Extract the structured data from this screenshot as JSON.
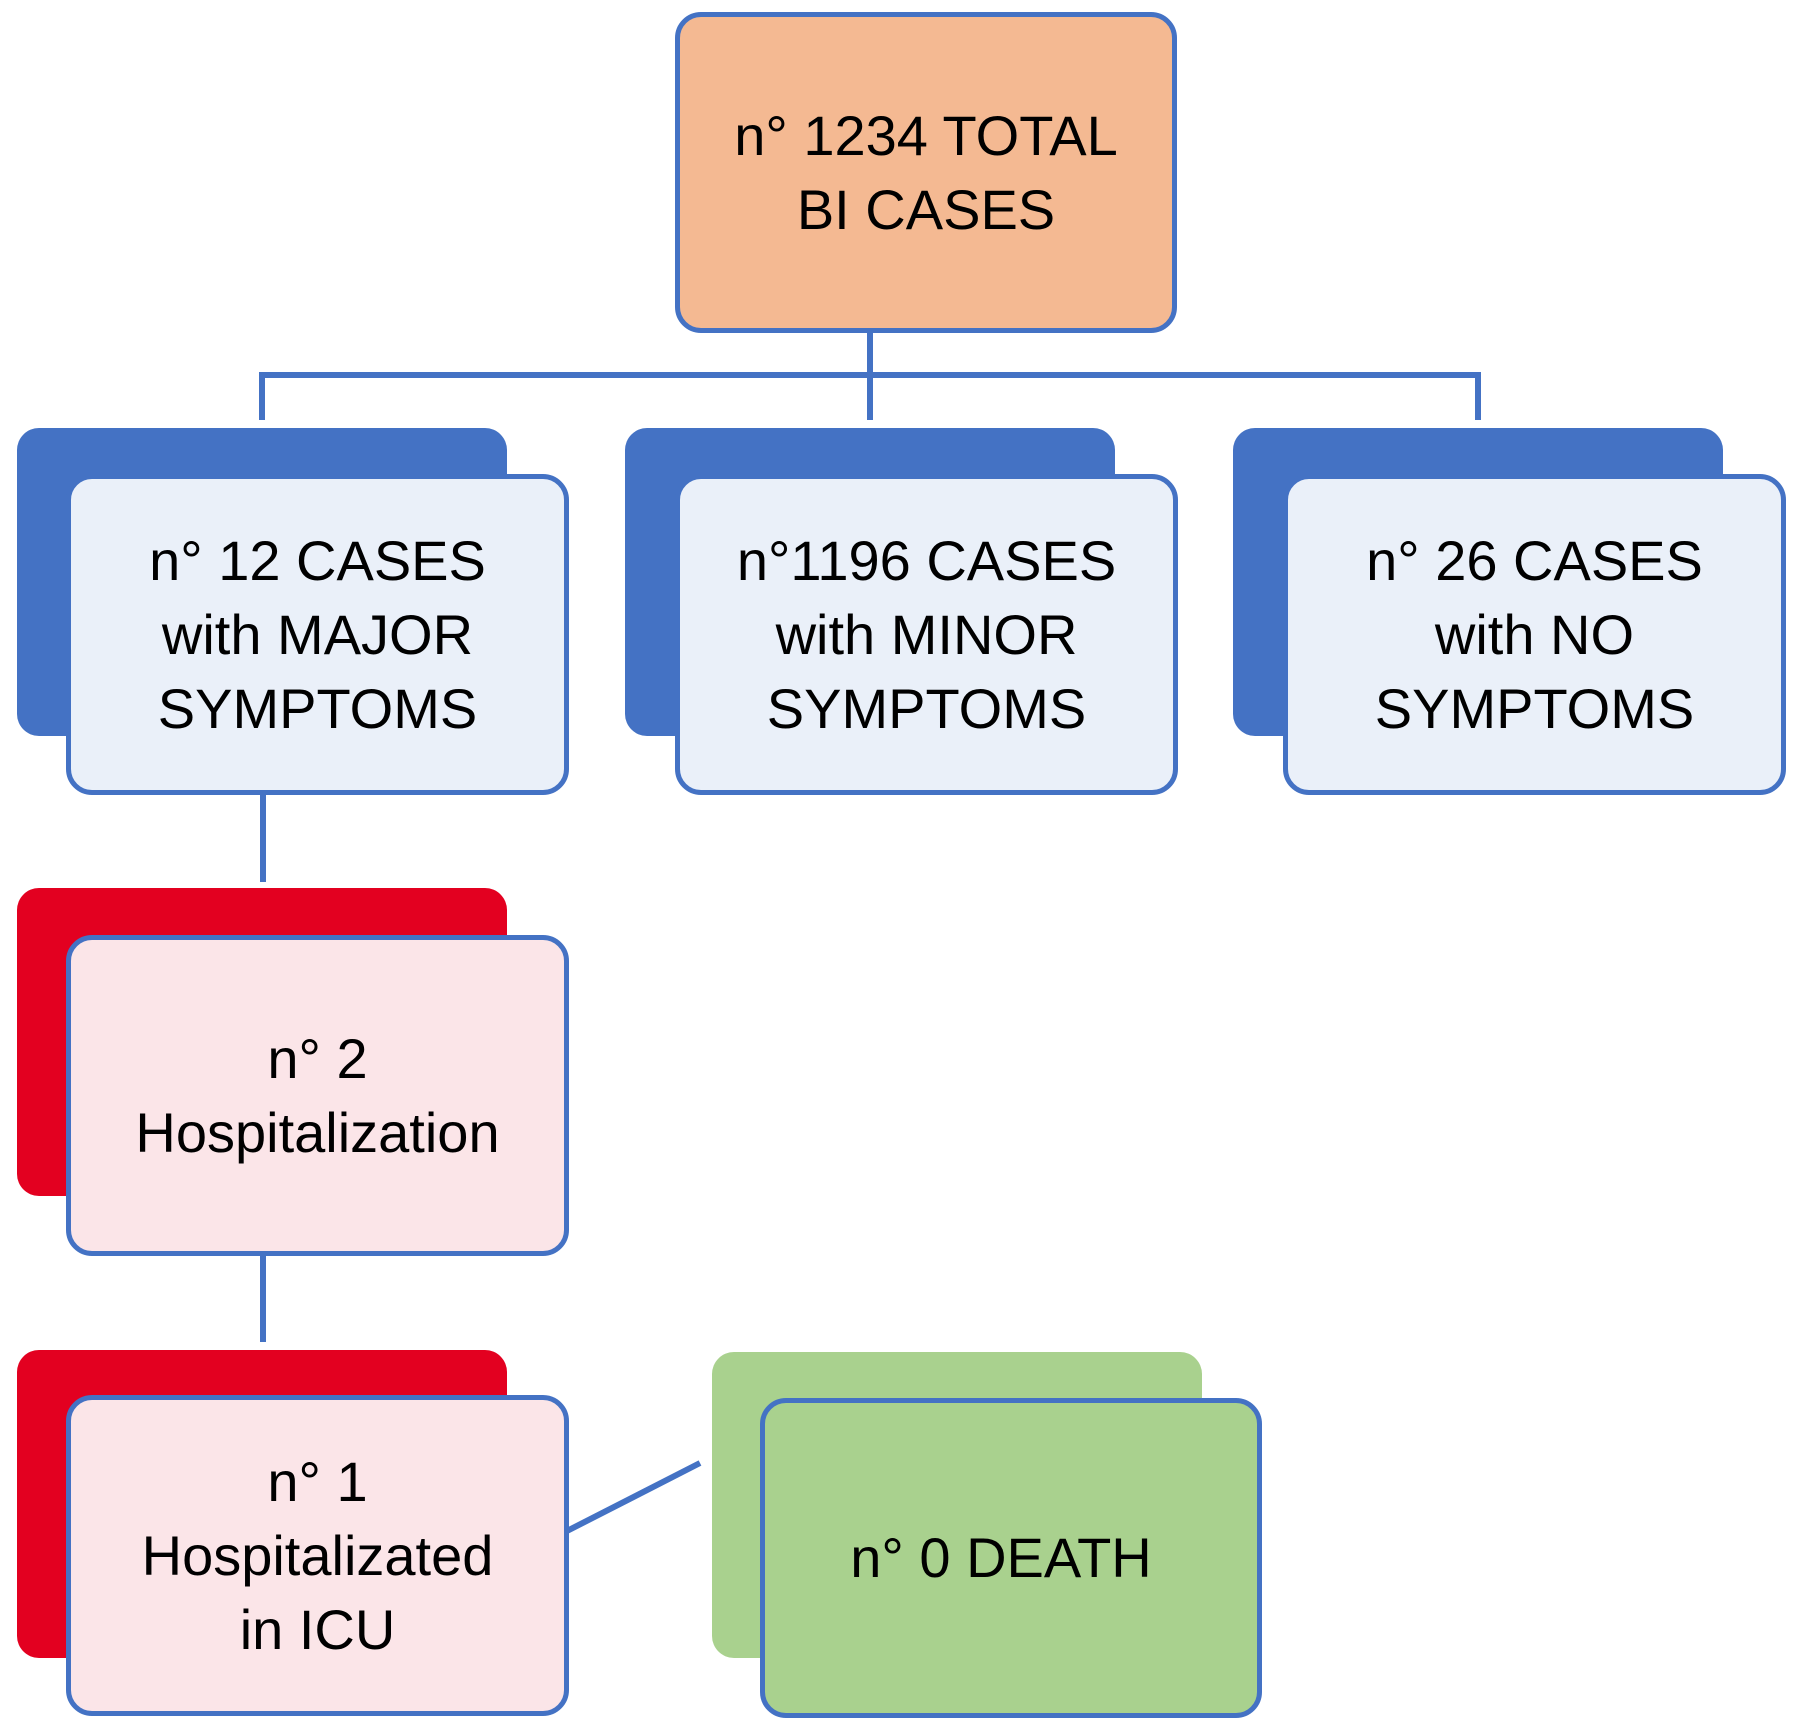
{
  "diagram": {
    "colors": {
      "line": "#4472c4",
      "root_fill": "#f4b992",
      "blue_back": "#4472c4",
      "blue_front": "#eaf0f9",
      "red_back": "#e30020",
      "red_front": "#fbe5e8",
      "green_back": "#a9d18e",
      "green_front": "#a9d18e"
    },
    "root": {
      "line1": "n° 1234 TOTAL",
      "line2": "BI CASES"
    },
    "major": {
      "line1": "n° 12 CASES",
      "line2": "with MAJOR",
      "line3": "SYMPTOMS"
    },
    "minor": {
      "line1": "n°1196 CASES",
      "line2": "with MINOR",
      "line3": "SYMPTOMS"
    },
    "none": {
      "line1": "n° 26 CASES",
      "line2": "with NO",
      "line3": "SYMPTOMS"
    },
    "hospitalization": {
      "line1": "n° 2",
      "line2": "Hospitalization"
    },
    "icu": {
      "line1": "n° 1",
      "line2": "Hospitalizated",
      "line3": "in ICU"
    },
    "death": {
      "line1": "n° 0 DEATH"
    }
  }
}
